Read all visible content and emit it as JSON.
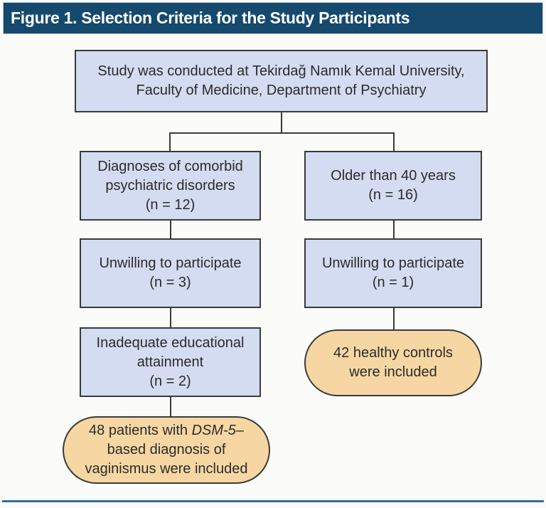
{
  "title_bar": {
    "text": "Figure 1. Selection Criteria for the Study Participants"
  },
  "colors": {
    "header_bg": "#15496e",
    "header_text": "#ffffff",
    "box_fill": "#d4dcf1",
    "pill_fill": "#f6d7a3",
    "border_and_lines": "#3a3a3a",
    "bottom_rule": "#2e6f9f",
    "page_bg": "#fbfcf9",
    "body_text": "#2b2b2b"
  },
  "flowchart": {
    "top_box": {
      "line1": "Study was conducted at Tekirdağ Namık Kemal University,",
      "line2": "Faculty of Medicine, Department of Psychiatry"
    },
    "left_branch": {
      "box1": {
        "line1": "Diagnoses of comorbid",
        "line2": "psychiatric disorders",
        "line3": "(n = 12)"
      },
      "box2": {
        "line1": "Unwilling to participate",
        "line2": "(n = 3)"
      },
      "box3": {
        "line1": "Inadequate educational",
        "line2": "attainment",
        "line3": "(n = 2)"
      },
      "result": {
        "line1_prefix": "48 patients with ",
        "line1_italic": "DSM-5",
        "line1_suffix": "–",
        "line2": "based diagnosis of",
        "line3": "vaginismus were included"
      }
    },
    "right_branch": {
      "box1": {
        "line1": "Older than 40 years",
        "line2": "(n = 16)"
      },
      "box2": {
        "line1": "Unwilling to participate",
        "line2": "(n = 1)"
      },
      "result": {
        "line1": "42 healthy controls",
        "line2": "were included"
      }
    }
  }
}
